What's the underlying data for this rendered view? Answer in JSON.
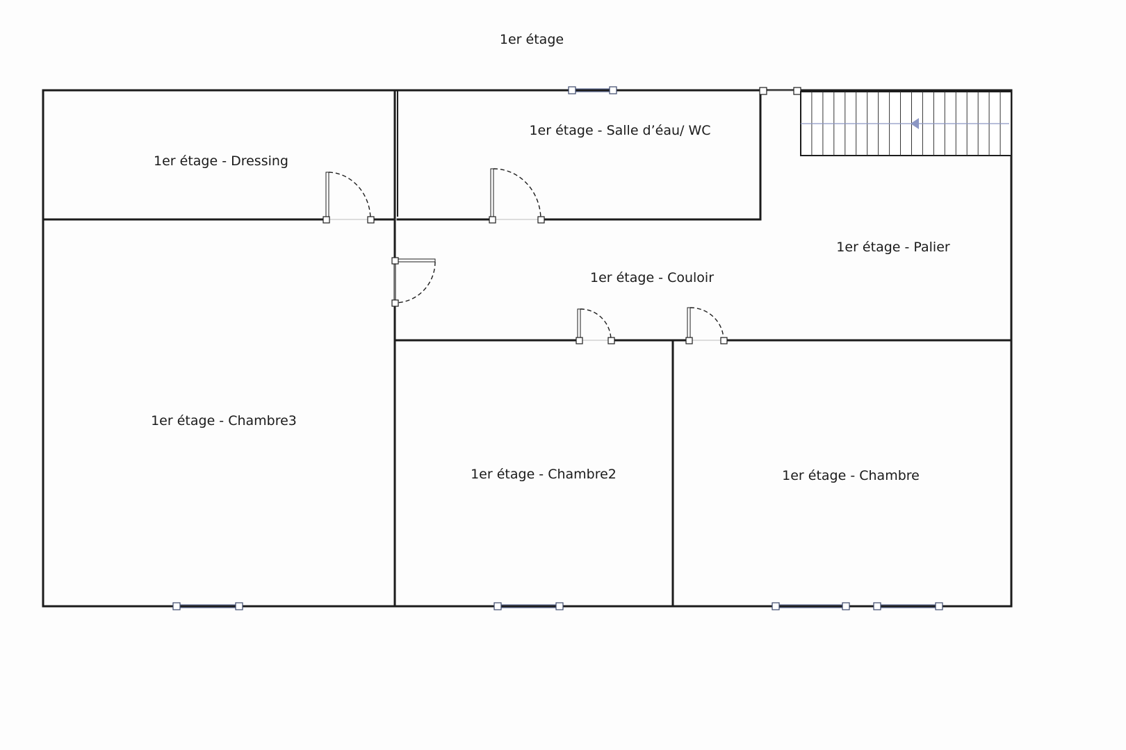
{
  "plan": {
    "title": "1er étage",
    "rooms": [
      {
        "id": "dressing",
        "label": "1er étage - Dressing"
      },
      {
        "id": "salle-eau",
        "label": "1er étage - Salle d’éau/ WC"
      },
      {
        "id": "palier",
        "label": "1er étage - Palier"
      },
      {
        "id": "couloir",
        "label": "1er étage - Couloir"
      },
      {
        "id": "chambre3",
        "label": "1er étage - Chambre3"
      },
      {
        "id": "chambre2",
        "label": "1er étage - Chambre2"
      },
      {
        "id": "chambre",
        "label": "1er étage - Chambre"
      }
    ]
  }
}
